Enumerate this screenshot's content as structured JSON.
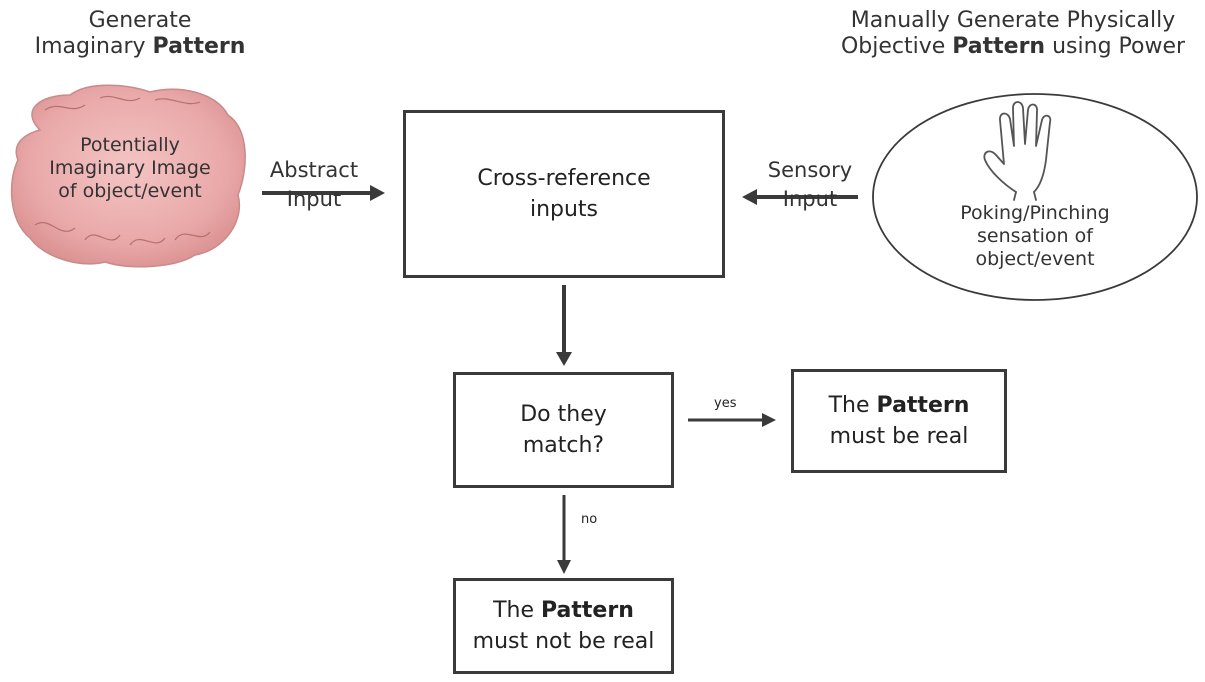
{
  "left_heading": {
    "line1": "Generate",
    "line2_prefix": "Imaginary ",
    "line2_bold": "Pattern"
  },
  "right_heading": {
    "line1": "Manually Generate Physically",
    "line2_prefix": "Objective ",
    "line2_bold": "Pattern",
    "line2_suffix": " using Power"
  },
  "brain": {
    "icon": "brain-icon",
    "color": "#e8a6a6",
    "line1": "Potentially",
    "line2": "Imaginary Image",
    "line3": "of  object/event"
  },
  "hand_oval": {
    "icon": "hand-icon",
    "line1": "Poking/Pinching",
    "line2": "sensation of",
    "line3": "object/event"
  },
  "abstract_input": {
    "line1": "Abstract",
    "line2": "Input"
  },
  "sensory_input": {
    "line1": "Sensory",
    "line2": "Input"
  },
  "cross_reference": {
    "line1": "Cross-reference",
    "line2": "inputs"
  },
  "decision": {
    "line1": "Do they",
    "line2": "match?"
  },
  "yes_label": "yes",
  "no_label": "no",
  "real_box": {
    "prefix": "The ",
    "bold": "Pattern",
    "line2": "must be real"
  },
  "not_real_box": {
    "prefix": "The ",
    "bold": "Pattern",
    "line2": "must not be real"
  }
}
